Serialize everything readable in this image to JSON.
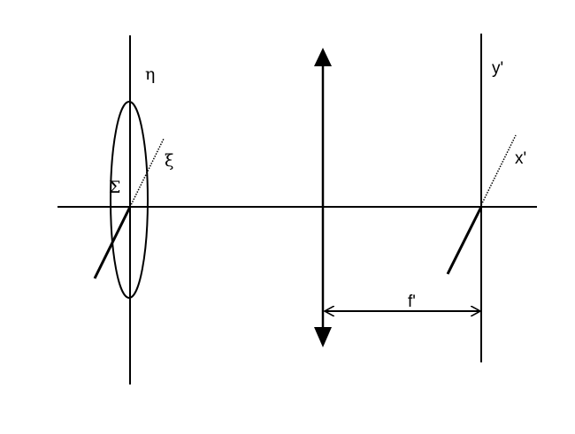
{
  "diagram": {
    "labels": {
      "eta": "η",
      "xi": "ξ",
      "sigma": "Σ",
      "y_prime": "y'",
      "x_prime": "x'",
      "focal_length": "f'"
    },
    "colors": {
      "stroke": "#000000",
      "background": "#ffffff"
    }
  }
}
